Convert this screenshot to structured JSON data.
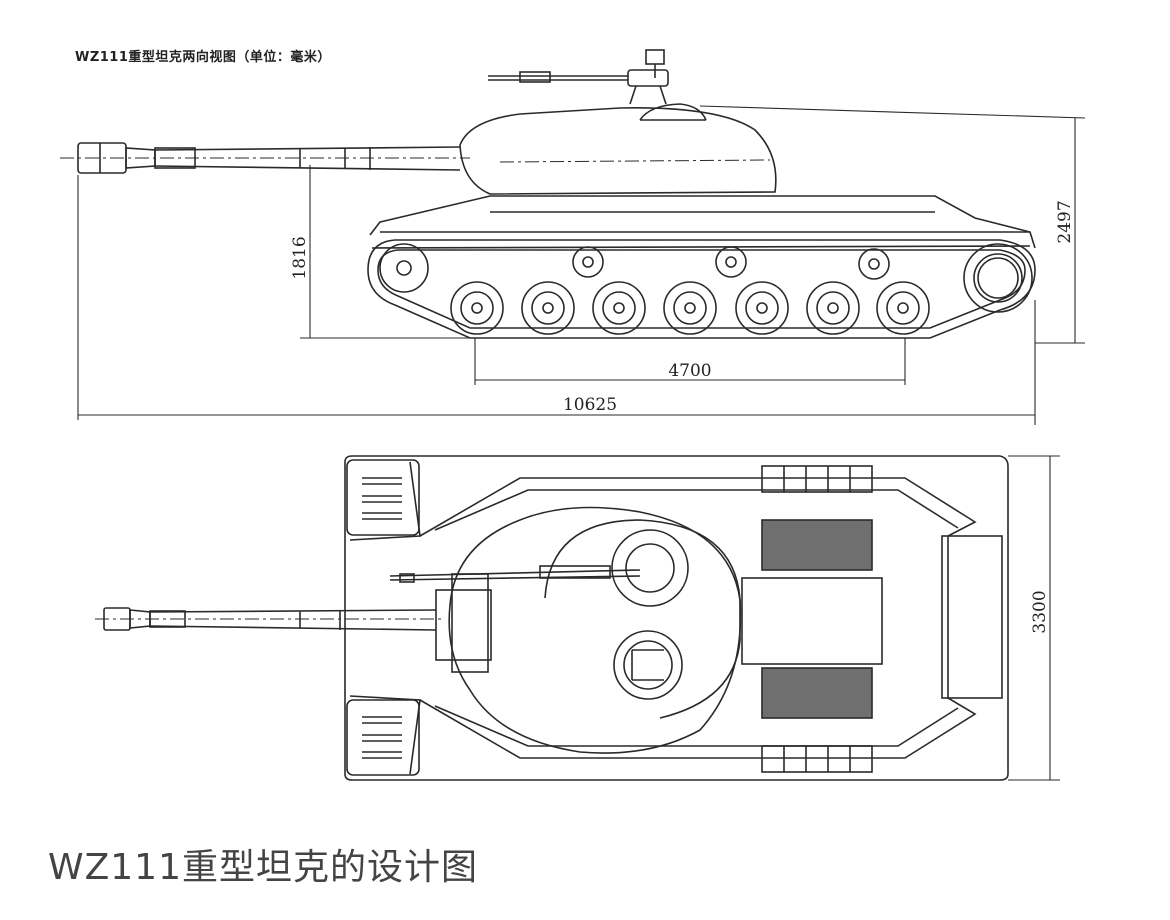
{
  "figure": {
    "title": "WZ111重型坦克两向视图（单位：毫米）",
    "caption": "WZ111重型坦克的设计图"
  },
  "dimensions": {
    "height_to_gun": "1816",
    "total_height": "2497",
    "wheelbase": "4700",
    "total_length": "10625",
    "width": "3300"
  },
  "colors": {
    "line": "#2a2a2a",
    "background": "#ffffff",
    "caption": "#444444"
  }
}
